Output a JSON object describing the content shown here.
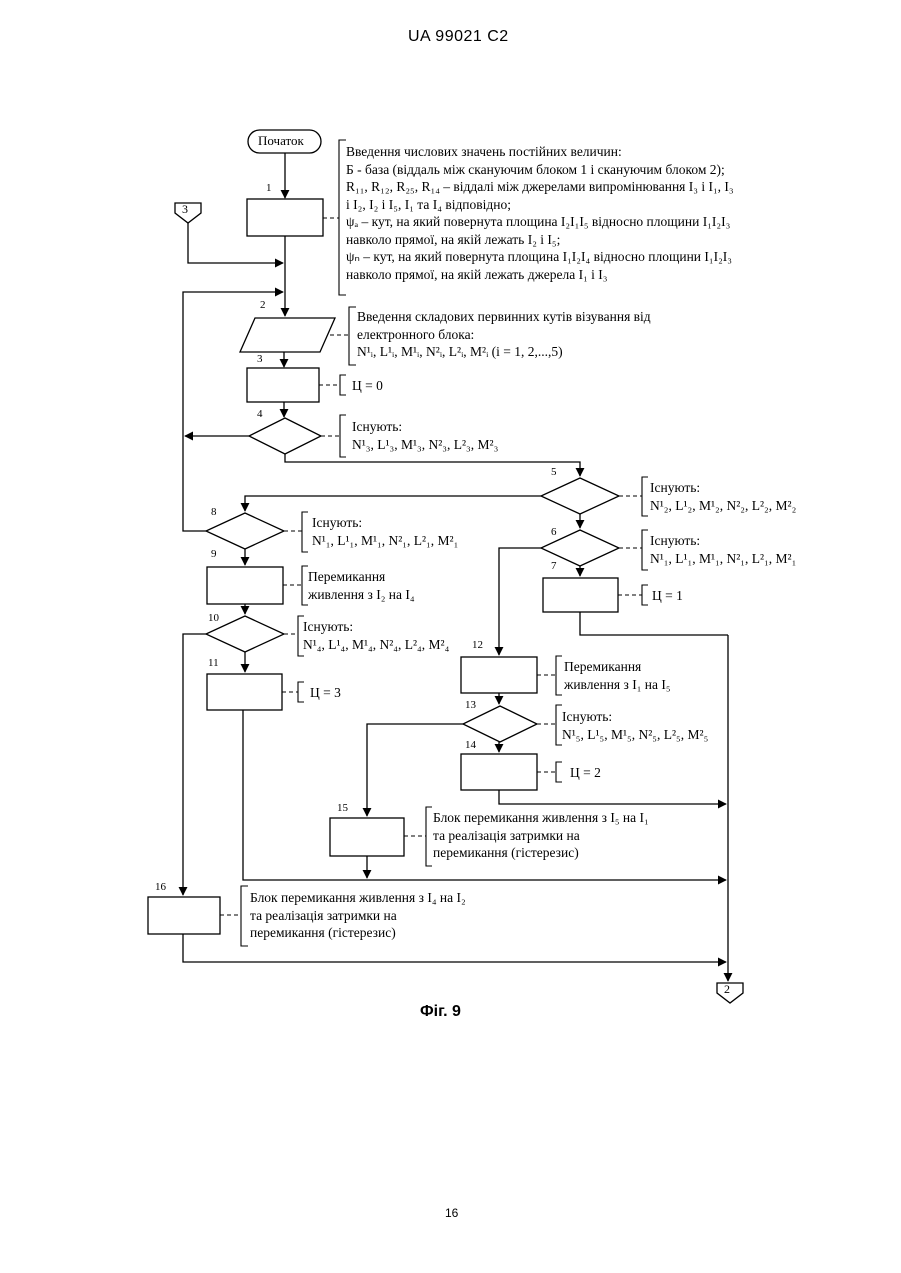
{
  "header": {
    "doc_id": "UA   99021   C2"
  },
  "figure": {
    "caption": "Фіг. 9"
  },
  "page_number": "16",
  "connectors": {
    "in_3": "3",
    "out_2": "2"
  },
  "blocks": {
    "start_label": "Початок",
    "n1": "1",
    "n2": "2",
    "n3": "3",
    "n4": "4",
    "n5": "5",
    "n6": "6",
    "n7": "7",
    "n8": "8",
    "n9": "9",
    "n10": "10",
    "n11": "11",
    "n12": "12",
    "n13": "13",
    "n14": "14",
    "n15": "15",
    "n16": "16"
  },
  "annotations": {
    "a1": [
      "Введення числових значень постійних величин:",
      "Б  - база (віддаль між скануючим блоком 1 і скануючим блоком 2);",
      "R₁₁, R₁₂, R₂₅, R₁₄ – віддалі між джерелами випромінювання I₃ і I₁, I₃",
      "і I₂, I₂ і I₅, I₁ та I₄  відповідно;",
      "ψₐ – кут, на який повернута площина  I₂I₁I₅ відносно площини I₁I₂I₃",
      "навколо прямої, на якій лежать I₂ і I₅;",
      "ψₙ – кут, на який повернута площина  I₁I₂I₄ відносно площини I₁I₂I₃",
      "навколо прямої, на якій лежать джерела I₁ і I₃"
    ],
    "a2": [
      "Введення складових первинних кутів візування від",
      "електронного блока:",
      "N¹ᵢ, L¹ᵢ, M¹ᵢ, N²ᵢ, L²ᵢ, M²ᵢ (i = 1, 2,...,5)"
    ],
    "a3": "Ц = 0",
    "a4": [
      "Існують:",
      "N¹₃, L¹₃, M¹₃, N²₃, L²₃, M²₃"
    ],
    "a5": [
      "Існують:",
      "N¹₂, L¹₂, M¹₂, N²₂, L²₂, M²₂"
    ],
    "a6": [
      "Існують:",
      "N¹₁, L¹₁, M¹₁, N²₁, L²₁, M²₁"
    ],
    "a7": "Ц = 1",
    "a8": [
      "Існують:",
      "N¹₁, L¹₁, M¹₁, N²₁, L²₁, M²₁"
    ],
    "a9": [
      "Перемикання",
      "живлення з I₂ на I₄"
    ],
    "a10": [
      "Існують:",
      "N¹₄, L¹₄, M¹₄, N²₄, L²₄, M²₄"
    ],
    "a11": "Ц = 3",
    "a12": [
      "Перемикання",
      "живлення з I₁ на I₅"
    ],
    "a13": [
      "Існують:",
      "N¹₅, L¹₅, M¹₅, N²₅, L²₅, M²₅"
    ],
    "a14": "Ц = 2",
    "a15": [
      "Блок перемикання живлення з I₅ на I₁",
      "та реалізація затримки на",
      "перемикання (гістерезис)"
    ],
    "a16": [
      "Блок перемикання живлення з I₄ на I₂",
      "та реалізація затримки на",
      "перемикання (гістерезис)"
    ]
  }
}
